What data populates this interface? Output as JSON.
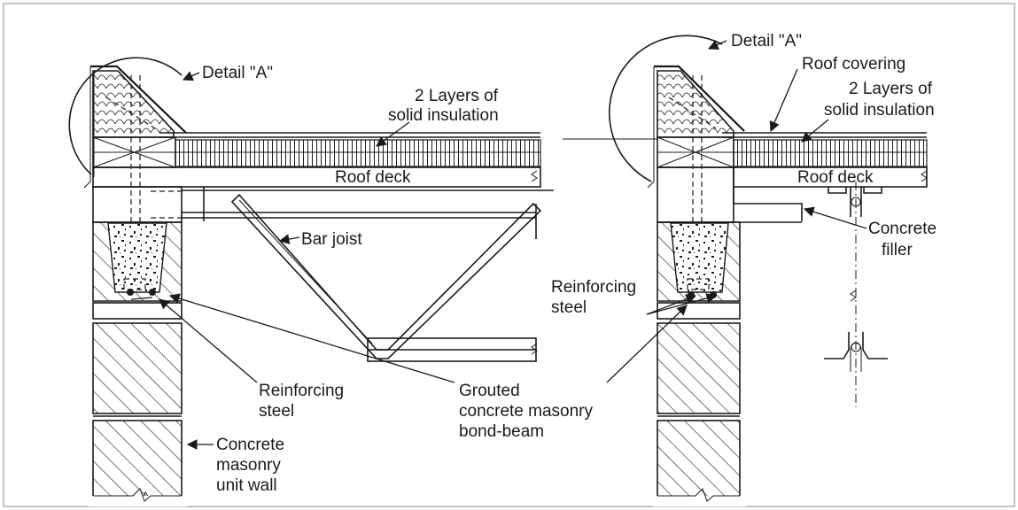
{
  "labels": {
    "detail_a_left": "Detail \"A\"",
    "layers_left_1": "2 Layers of",
    "layers_left_2": "solid insulation",
    "roof_deck_left": "Roof deck",
    "bar_joist": "Bar joist",
    "reinforcing_left_1": "Reinforcing",
    "reinforcing_left_2": "steel",
    "grouted_1": "Grouted",
    "grouted_2": "concrete masonry",
    "grouted_3": "bond-beam",
    "cmu_1": "Concrete",
    "cmu_2": "masonry",
    "cmu_3": "unit wall",
    "detail_a_right": "Detail \"A\"",
    "roof_covering": "Roof covering",
    "layers_right_1": "2 Layers of",
    "layers_right_2": "solid insulation",
    "roof_deck_right": "Roof deck",
    "concrete_filler_1": "Concrete",
    "concrete_filler_2": "filler",
    "reinforcing_right_1": "Reinforcing",
    "reinforcing_right_2": "steel"
  },
  "colors": {
    "line": "#1a1a1a",
    "background": "#ffffff",
    "border": "#b0b0b0"
  }
}
